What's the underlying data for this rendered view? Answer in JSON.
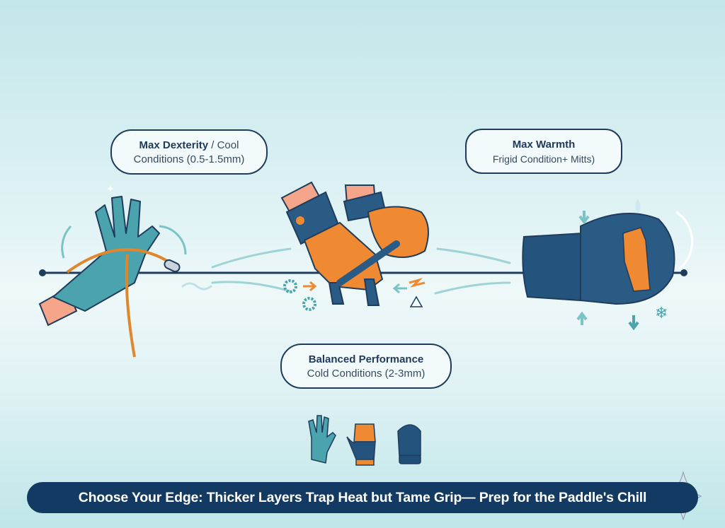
{
  "callouts": {
    "dexterity": {
      "title": "Max Dexterity",
      "separator": " / Cool",
      "subtitle": "Conditions (0.5-1.5mm)"
    },
    "warmth": {
      "title": "Max Warmth",
      "subtitle": "Frigid Condition+ Mitts)"
    },
    "balanced": {
      "title": "Balanced Performance",
      "subtitle": "Cold Conditions (2-3mm)"
    }
  },
  "banner": {
    "text": "Choose Your Edge: Thicker Layers Trap Heat but Tame Grip— Prep for the Paddle's Chill"
  },
  "colors": {
    "thin_glove": "#4aa3ad",
    "mid_glove": "#f08a32",
    "thick_glove": "#1f4f78",
    "outline": "#1f3c5c",
    "banner_bg": "#123a63",
    "arrow": "#7cc3c6"
  },
  "icons": [
    "thin-glove-icon",
    "mid-glove-icon",
    "thick-mitt-icon",
    "gear-icon",
    "balance-scale-icon",
    "snowflake-icon",
    "sparkle-icon"
  ]
}
